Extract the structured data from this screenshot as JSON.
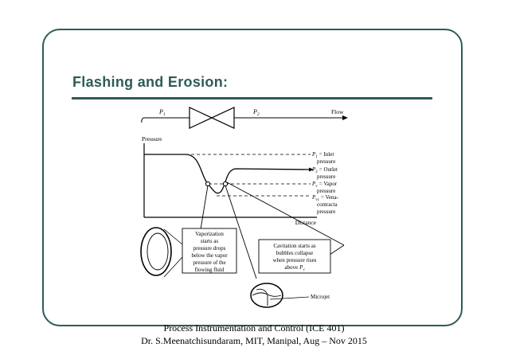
{
  "title": "Flashing and Erosion:",
  "diagram": {
    "pipe": {
      "p1": "P",
      "p1_sub": "1",
      "p2": "P",
      "p2_sub": "2",
      "flow": "Flow"
    },
    "axes": {
      "y_label": "Pressure",
      "x_label": "Distance"
    },
    "levels": [
      {
        "sym": "P",
        "sub": "1",
        "lines": [
          "= Inlet",
          "pressure"
        ]
      },
      {
        "sym": "P",
        "sub": "2",
        "lines": [
          "= Outlet",
          "pressure"
        ]
      },
      {
        "sym": "P",
        "sub": "v",
        "lines": [
          "= Vapor",
          "pressure"
        ]
      },
      {
        "sym": "P",
        "sub": "vc",
        "lines": [
          "= Vena-",
          "contracta",
          "pressure"
        ]
      }
    ],
    "vaporization_note": [
      "Vaporization",
      "starts as",
      "pressure drops",
      "below the vapor",
      "pressure of the",
      "flowing fluid"
    ],
    "cavitation_note": [
      "Cavitation starts as",
      "bubbles collapse",
      "when pressure rises",
      "above"
    ],
    "cavitation_sym": "P",
    "cavitation_sub": "v",
    "microjet": "Microjet"
  },
  "footer": {
    "line1": "Process Instrumentation and Control (ICE 401)",
    "line2": "Dr. S.Meenatchisundaram, MIT, Manipal, Aug – Nov 2015"
  }
}
